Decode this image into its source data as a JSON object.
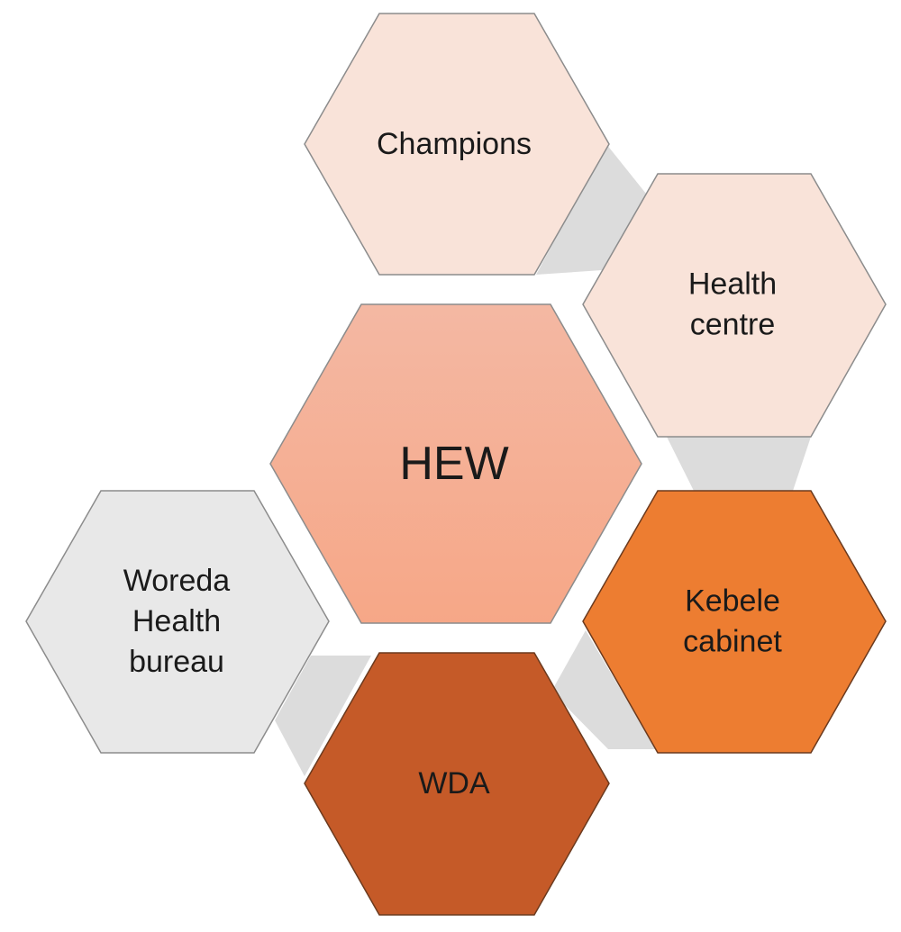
{
  "diagram": {
    "hexagons": {
      "hew": {
        "lines": [
          "HEW"
        ],
        "fill": "#f5b199",
        "stroke": "#8c8c8c"
      },
      "champions": {
        "lines": [
          "Champions"
        ],
        "fill": "#f9e3d9",
        "stroke": "#8c8c8c"
      },
      "health_centre": {
        "lines": [
          "Health",
          "centre"
        ],
        "fill": "#f9e3d9",
        "stroke": "#8c8c8c"
      },
      "kebele_cabinet": {
        "lines": [
          "Kebele",
          "cabinet"
        ],
        "fill": "#ed7d31",
        "stroke": "#6b3a1e"
      },
      "wda": {
        "lines": [
          "WDA"
        ],
        "fill": "#c55a28",
        "stroke": "#6b3a1e"
      },
      "woreda_health_bureau": {
        "lines": [
          "Woreda",
          "Health",
          "bureau"
        ],
        "fill": "#e8e8e8",
        "stroke": "#8c8c8c"
      }
    },
    "connector_color": "#dcdcdc"
  }
}
